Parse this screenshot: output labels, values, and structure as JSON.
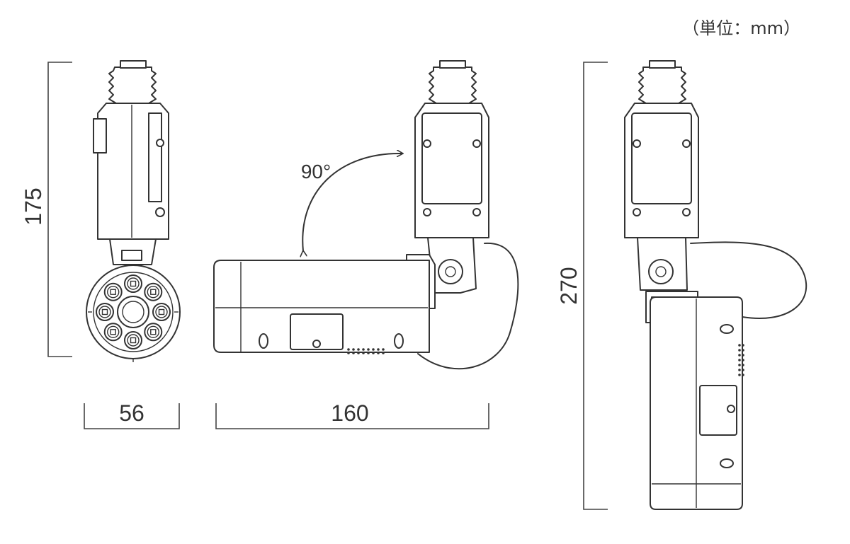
{
  "unit_label": "（単位：mm）",
  "dimensions": {
    "front_height": "175",
    "front_width": "56",
    "side_length": "160",
    "vertical_height": "270"
  },
  "rotation_angle": "90°",
  "colors": {
    "line": "#333333",
    "background": "#ffffff"
  }
}
